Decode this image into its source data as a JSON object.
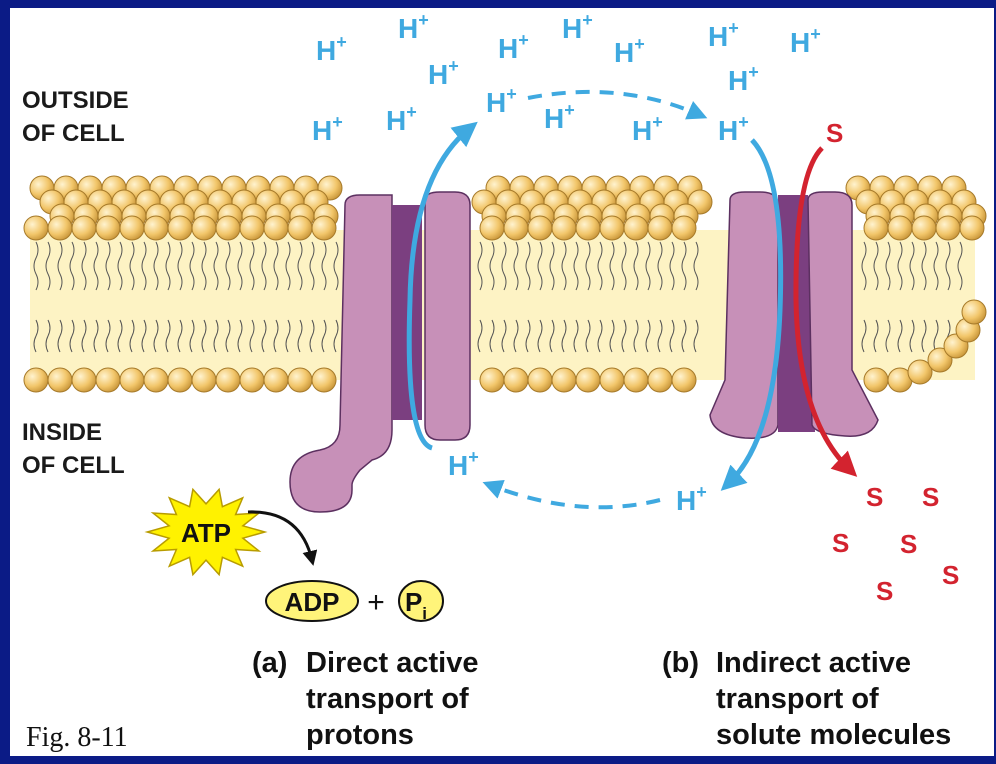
{
  "labels": {
    "outside_line1": "OUTSIDE",
    "outside_line2": "OF CELL",
    "inside_line1": "INSIDE",
    "inside_line2": "OF CELL",
    "proton": "H",
    "proton_charge": "+",
    "solute": "S",
    "atp": "ATP",
    "adp": "ADP",
    "plus": "+",
    "pi_main": "P",
    "pi_sub": "i"
  },
  "captions": {
    "a_tag": "(a)",
    "a_line1": "Direct active",
    "a_line2": "transport of",
    "a_line3": "protons",
    "b_tag": "(b)",
    "b_line1": "Indirect active",
    "b_line2": "transport of",
    "b_line3": "solute molecules"
  },
  "figure_label": "Fig. 8-11",
  "colors": {
    "border": "#0b1b86",
    "proton": "#3fa9e0",
    "solute": "#d3232f",
    "protein": "#c790b8",
    "protein_channel": "#7b3f80",
    "lipid_head": "#f2c66a",
    "lipid_tail": "#fdf3c4",
    "atp_burst": "#fff200",
    "adp_oval": "#fff47a"
  }
}
